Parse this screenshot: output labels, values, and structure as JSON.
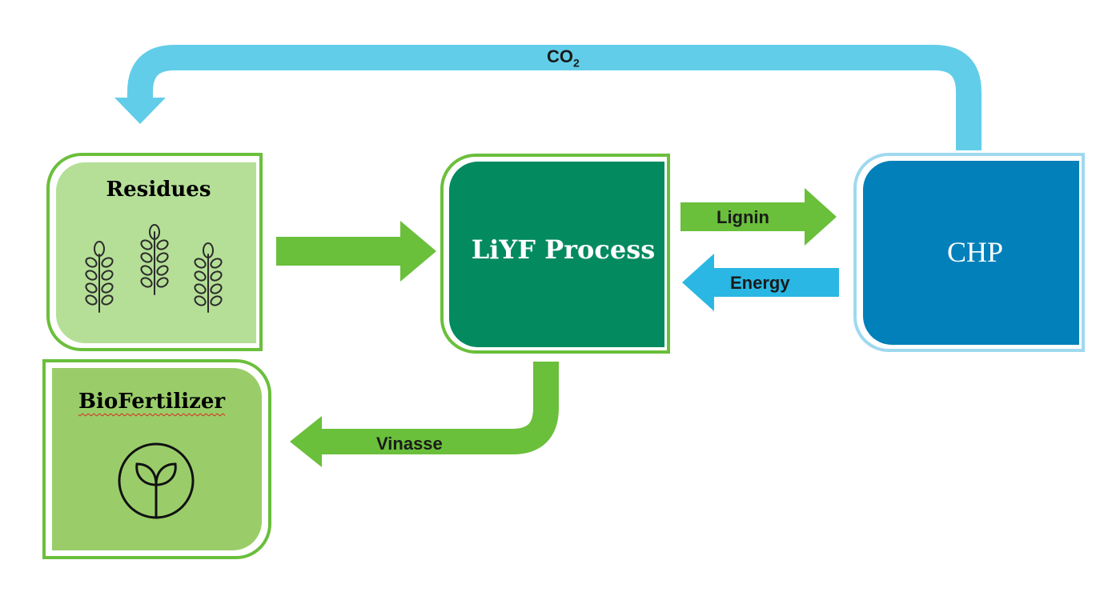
{
  "nodes": {
    "residues": {
      "title": "Residues",
      "icon": "wheat-icon",
      "fill": "#b5df97",
      "border": "#6abf3b"
    },
    "liyf": {
      "title": "LiYF Process",
      "fill": "#038a5f",
      "border": "#6abf3b"
    },
    "chp": {
      "title": "CHP",
      "fill": "#0280ba",
      "border": "#9fd9ef"
    },
    "biofertilizer": {
      "title": "BioFertilizer",
      "icon": "sprout-icon",
      "fill": "#9acd6a",
      "border": "#6abf3b"
    }
  },
  "flows": {
    "co2": {
      "label": "CO",
      "subscript": "2",
      "color": "#62cde8"
    },
    "lignin": {
      "label": "Lignin",
      "color": "#6abf3b"
    },
    "energy": {
      "label": "Energy",
      "color": "#2ab7e3"
    },
    "vinasse": {
      "label": "Vinasse",
      "color": "#6abf3b"
    },
    "residues_to_liyf": {
      "label": "",
      "color": "#6abf3b"
    }
  }
}
